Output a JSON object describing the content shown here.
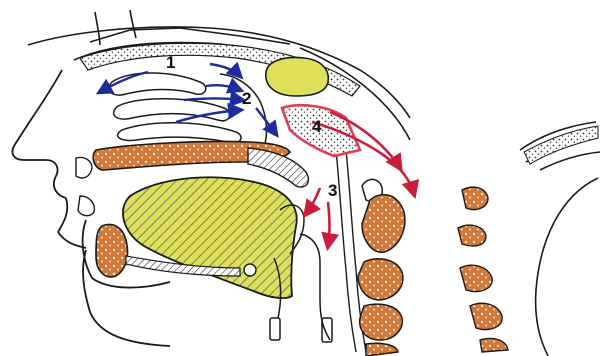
{
  "labels": [
    "1",
    "2",
    "3",
    "4"
  ],
  "colors": {
    "outline": "#1a1a1a",
    "bone_fill": "#d0793a",
    "yellow_fill": "#dfe05a",
    "blue_arrow": "#1c2c9c",
    "red_arrow": "#c81e3c",
    "red_outline": "#e23c50",
    "stipple": "#555555"
  },
  "arrow_groups": [
    {
      "name": "nasal-airflow",
      "color": "blue"
    },
    {
      "name": "pharyngeal-flow",
      "color": "red"
    }
  ]
}
